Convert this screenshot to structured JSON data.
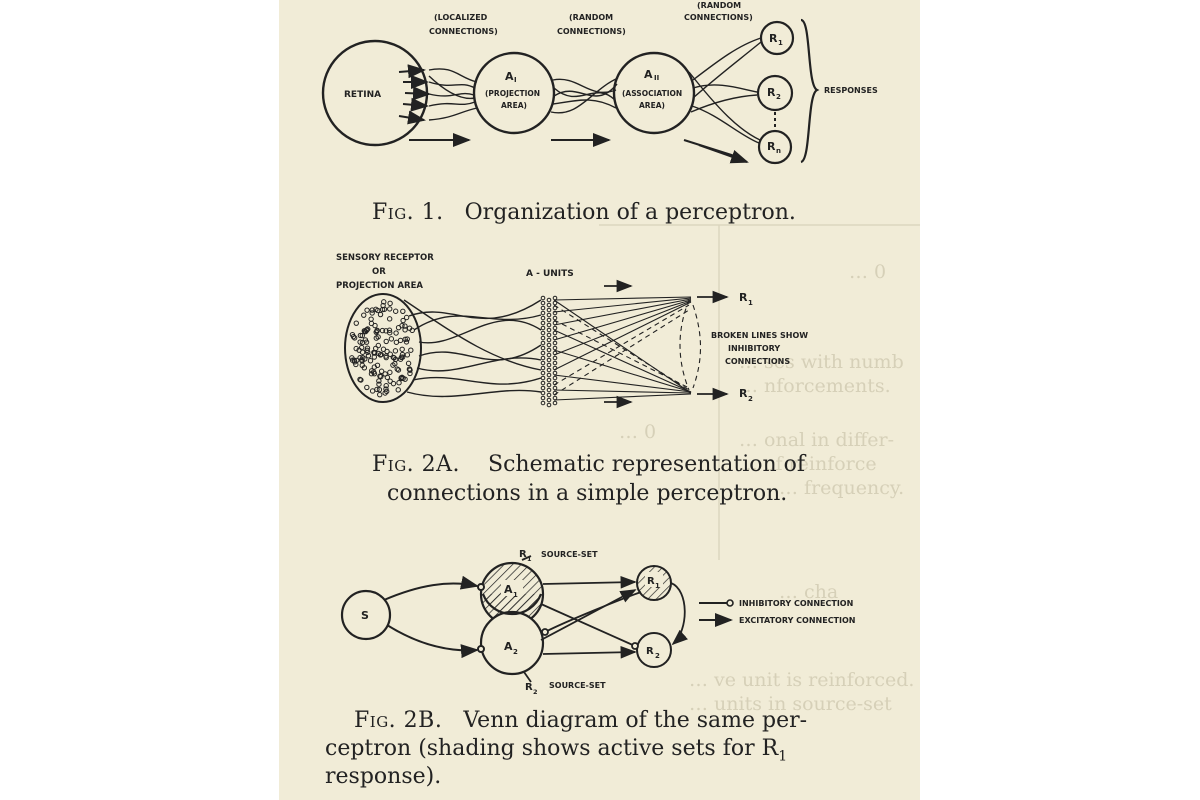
{
  "fig1": {
    "caption_fig": "Fig. 1.",
    "caption_text": "Organization of a perceptron.",
    "localized": [
      "(LOCALIZED",
      "CONNECTIONS)"
    ],
    "random1": [
      "(RANDOM",
      "CONNECTIONS)"
    ],
    "random2": [
      "(RANDOM",
      "CONNECTIONS)"
    ],
    "retina": "RETINA",
    "a1": [
      "A",
      "I",
      "(PROJECTION",
      "AREA)"
    ],
    "a2": [
      "A",
      "II",
      "(ASSOCIATION",
      "AREA)"
    ],
    "r_labels": [
      "R",
      "1",
      "R",
      "2",
      "R",
      "n"
    ],
    "responses": "RESPONSES"
  },
  "fig2a": {
    "caption_line1": "Fig. 2A.   Schematic representation of",
    "caption_fig": "Fig. 2A.",
    "caption_rest1": "Schematic representation of",
    "caption_line2": "connections in a simple perceptron.",
    "sensory": [
      "SENSORY RECEPTOR",
      "OR",
      "PROJECTION AREA"
    ],
    "a_units": "A - UNITS",
    "r1": "R",
    "r1_sub": "1",
    "r2": "R",
    "r2_sub": "2",
    "broken": [
      "BROKEN LINES SHOW",
      "INHIBITORY",
      "CONNECTIONS"
    ]
  },
  "fig2b": {
    "caption_fig": "Fig. 2B.",
    "caption_rest1": "Venn diagram of the same per-",
    "caption_line2": "ceptron (shading shows active sets for R",
    "caption_line2_sub": "1",
    "caption_line3": "response).",
    "s": "S",
    "a1": "A",
    "a1_sub": "1",
    "a2": "A",
    "a2_sub": "2",
    "r1": "R",
    "r1_sub": "1",
    "r2": "R",
    "r2_sub": "2",
    "r1_source": [
      "R",
      "1",
      "SOURCE-SET"
    ],
    "r2_source": [
      "R",
      "2",
      "SOURCE-SET"
    ],
    "legend_inhibitory": "INHIBITORY CONNECTION",
    "legend_excitatory": "EXCITATORY CONNECTION"
  },
  "bleed": [
    "… ses with numb",
    "… nforcements.",
    "… onal in differ-",
    "… of reinforce",
    "… frequency.",
    "… cha",
    "… ve unit is reinforced.",
    "… units in source-set",
    "… 0",
    "… 0"
  ],
  "colors": {
    "paper": "#f1ecd7",
    "ink": "#222222",
    "ghost": "#d6d0b8"
  }
}
